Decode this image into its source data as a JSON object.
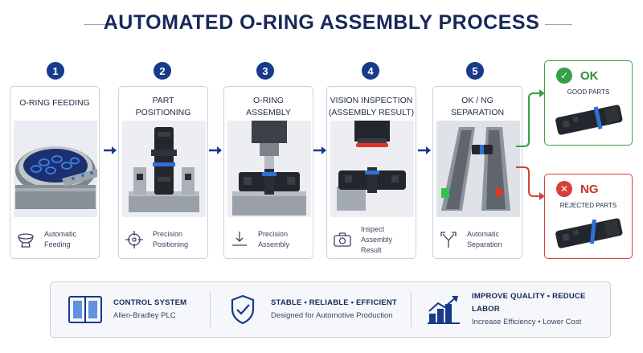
{
  "title": "AUTOMATED O-RING ASSEMBLY PROCESS",
  "steps": [
    {
      "number": "1",
      "title": [
        "O-RING FEEDING"
      ],
      "icon": "bowl-feeder-icon",
      "caption": [
        "Automatic",
        "Feeding"
      ]
    },
    {
      "number": "2",
      "title": [
        "PART",
        "POSITIONING"
      ],
      "icon": "crosshair-icon",
      "caption": [
        "Precision",
        "Positioning"
      ]
    },
    {
      "number": "3",
      "title": [
        "O-RING",
        "ASSEMBLY"
      ],
      "icon": "press-down-icon",
      "caption": [
        "Precision",
        "Assembly"
      ]
    },
    {
      "number": "4",
      "title": [
        "VISION INSPECTION",
        "(ASSEMBLY RESULT)"
      ],
      "icon": "camera-icon",
      "caption": [
        "Inspect Assembly",
        "Result"
      ]
    },
    {
      "number": "5",
      "title": [
        "OK / NG",
        "SEPARATION"
      ],
      "icon": "split-arrow-icon",
      "caption": [
        "Automatic",
        "Separation"
      ]
    }
  ],
  "results": {
    "ok": {
      "label": "OK",
      "sub": "GOOD PARTS",
      "color": "#36a046"
    },
    "ng": {
      "label": "NG",
      "sub": "REJECTED PARTS",
      "color": "#d6403b"
    }
  },
  "bottom": [
    {
      "icon": "control-panel-icon",
      "heading": "CONTROL SYSTEM",
      "sub": "Allen-Bradley PLC"
    },
    {
      "icon": "shield-check-icon",
      "heading": "STABLE  •  RELIABLE  •  EFFICIENT",
      "sub": "Designed for Automotive Production"
    },
    {
      "icon": "growth-chart-icon",
      "heading": "IMPROVE QUALITY  •  REDUCE LABOR",
      "sub": "Increase Efficiency  •  Lower Cost"
    }
  ],
  "colors": {
    "navy": "#173a8a",
    "ring_blue": "#2f6fd6",
    "ok_green": "#36a046",
    "ng_red": "#d6403b"
  }
}
